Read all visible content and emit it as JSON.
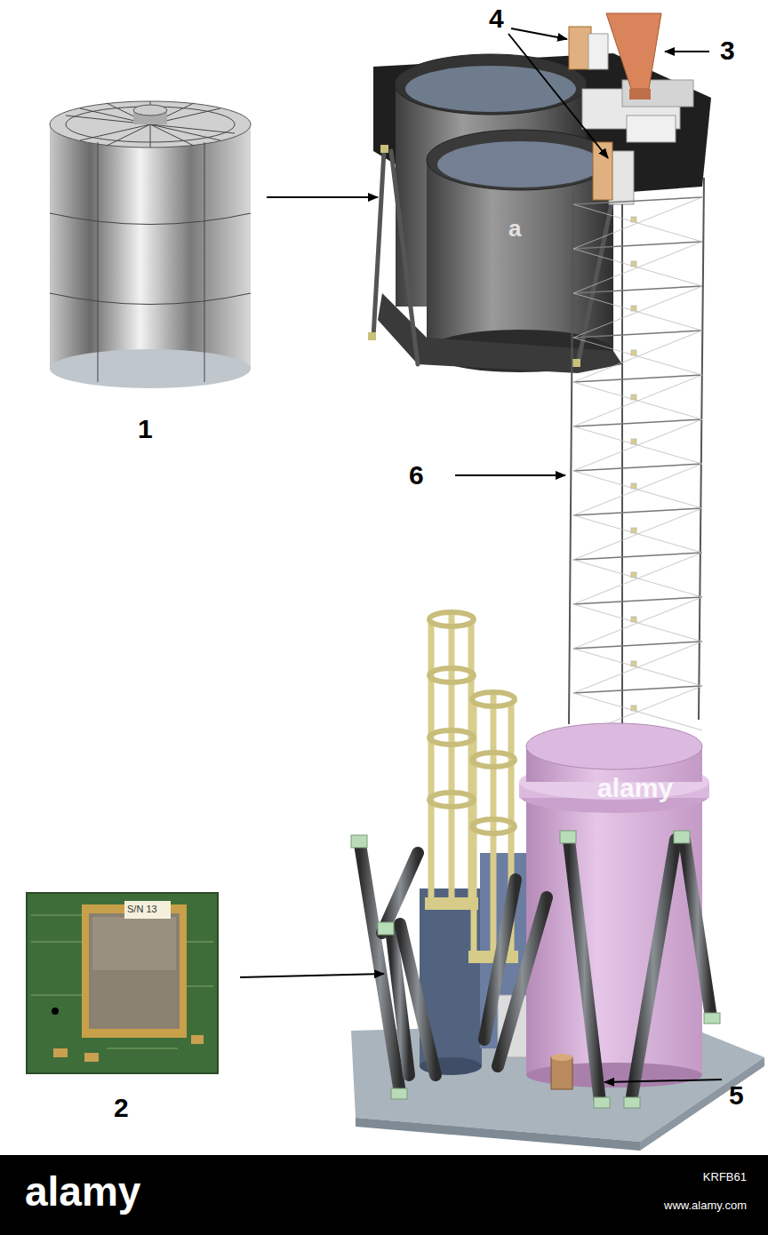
{
  "diagram": {
    "labels": [
      "4",
      "3",
      "1",
      "6",
      "2",
      "5",
      "S/N 13",
      "a",
      "alamy",
      "alamy",
      "KRFB61",
      "www.alamy.com"
    ]
  }
}
